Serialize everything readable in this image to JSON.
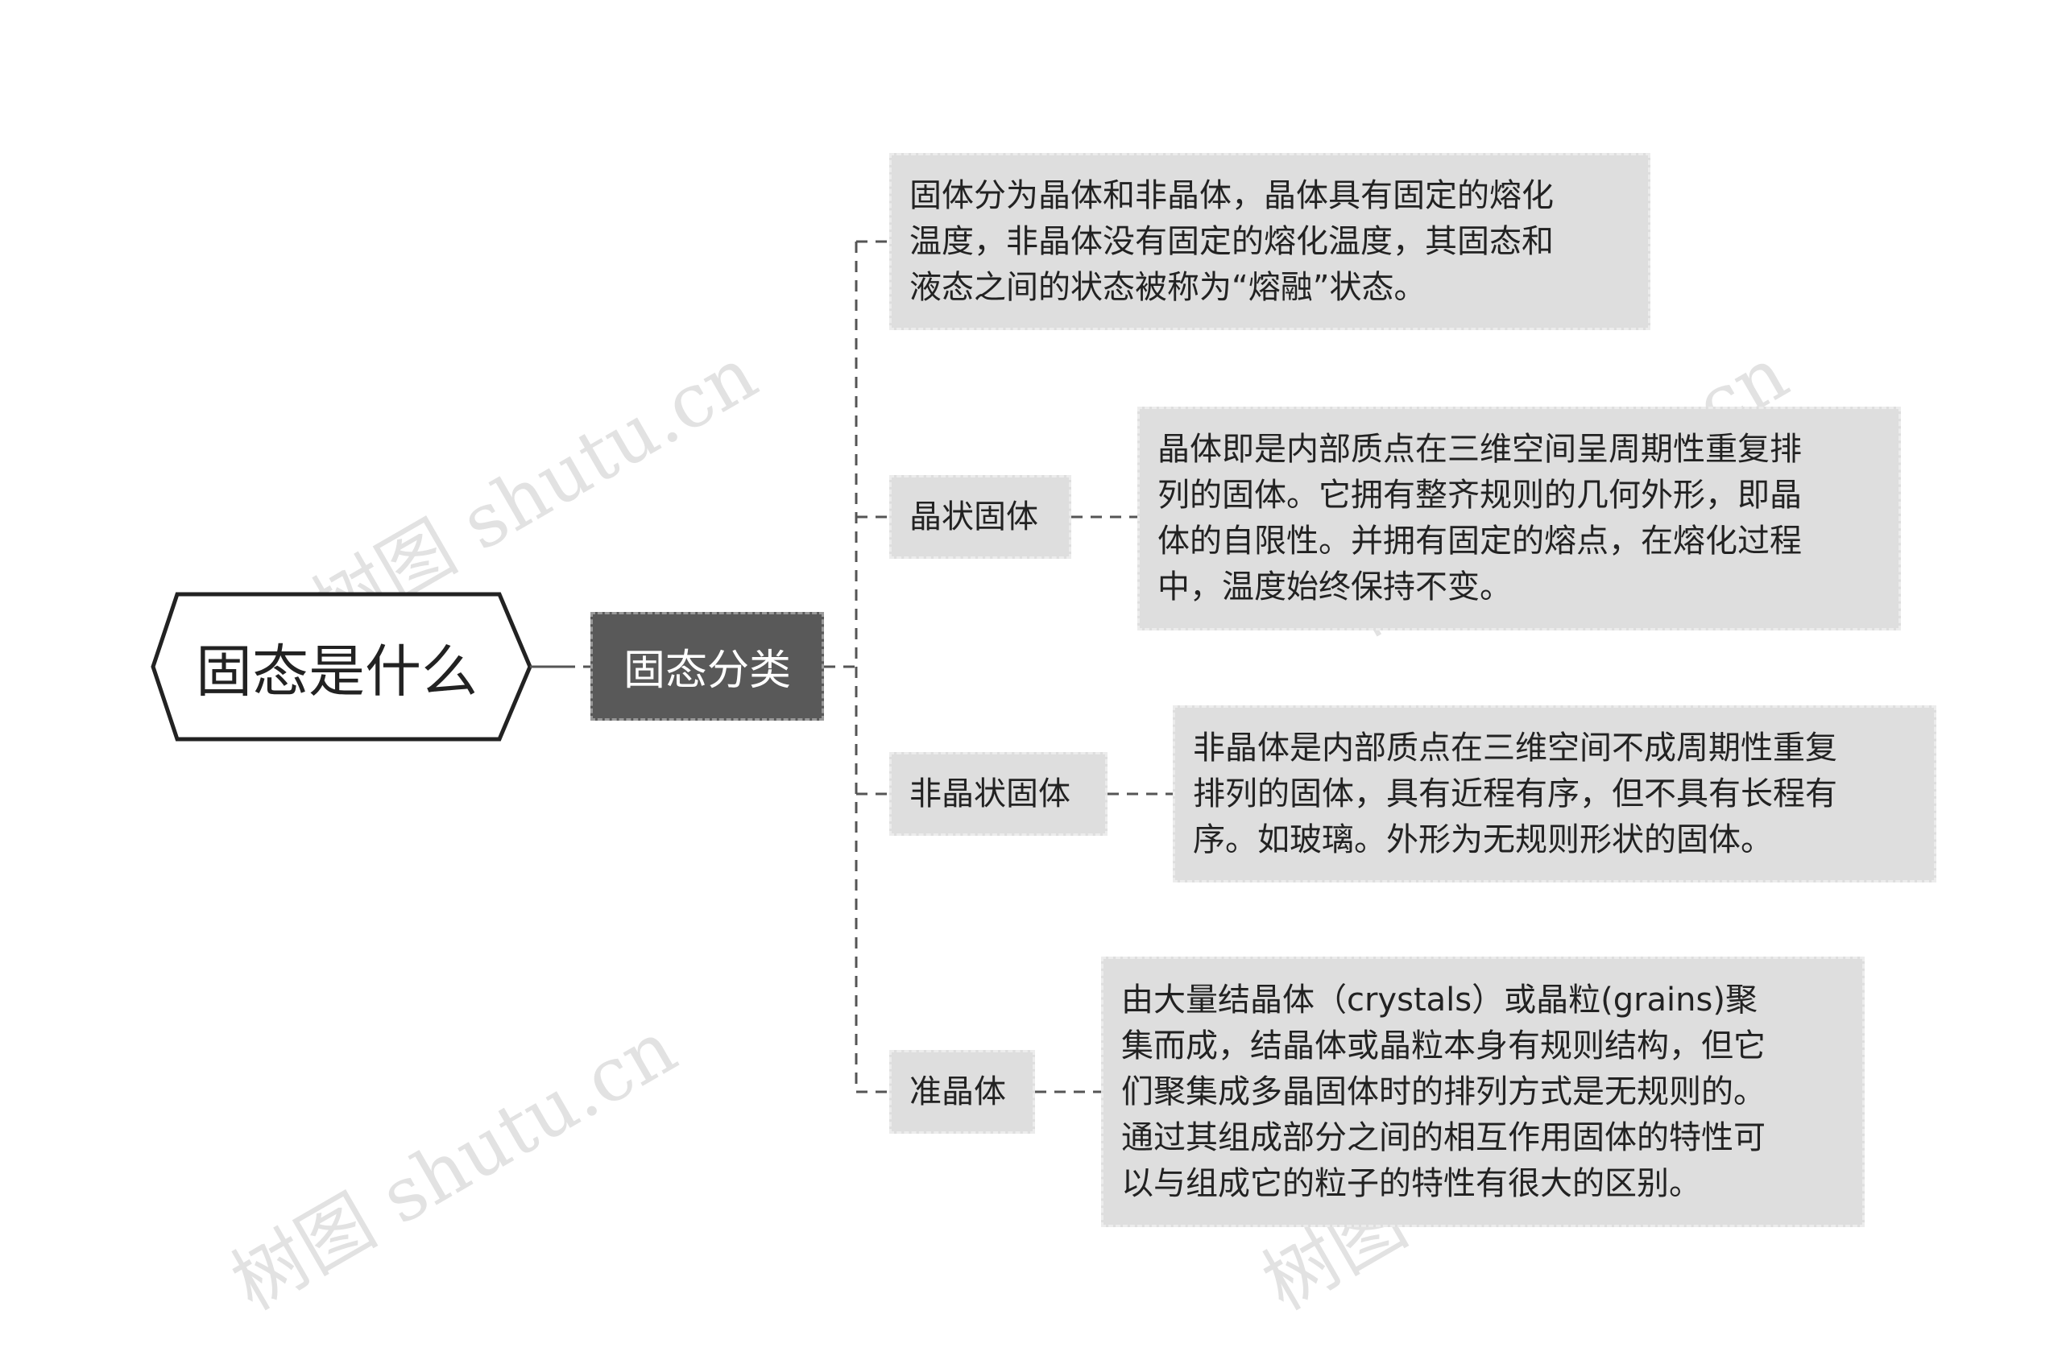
{
  "watermark": "树图 shutu.cn",
  "root": {
    "label": "固态是什么"
  },
  "category": {
    "label": "固态分类"
  },
  "intro": {
    "lines": [
      "固体分为晶体和非晶体，晶体具有固定的熔化",
      "温度，非晶体没有固定的熔化温度，其固态和",
      "液态之间的状态被称为“熔融”状态。"
    ]
  },
  "branches": [
    {
      "label": "晶状固体",
      "detail": [
        "晶体即是内部质点在三维空间呈周期性重复排",
        "列的固体。它拥有整齐规则的几何外形，即晶",
        "体的自限性。并拥有固定的熔点，在熔化过程",
        "中，温度始终保持不变。"
      ]
    },
    {
      "label": "非晶状固体",
      "detail": [
        "非晶体是内部质点在三维空间不成周期性重复",
        "排列的固体，具有近程有序，但不具有长程有",
        "序。如玻璃。外形为无规则形状的固体。"
      ]
    },
    {
      "label": "准晶体",
      "detail": [
        "由大量结晶体（crystals）或晶粒(grains)聚",
        "集而成，结晶体或晶粒本身有规则结构，但它",
        "们聚集成多晶固体时的排列方式是无规则的。",
        "通过其组成部分之间的相互作用固体的特性可",
        "以与组成它的粒子的特性有很大的区别。"
      ]
    }
  ],
  "colors": {
    "node_fill": "#dedede",
    "category_fill": "#595959",
    "line": "#555555",
    "root_border": "#222222"
  }
}
